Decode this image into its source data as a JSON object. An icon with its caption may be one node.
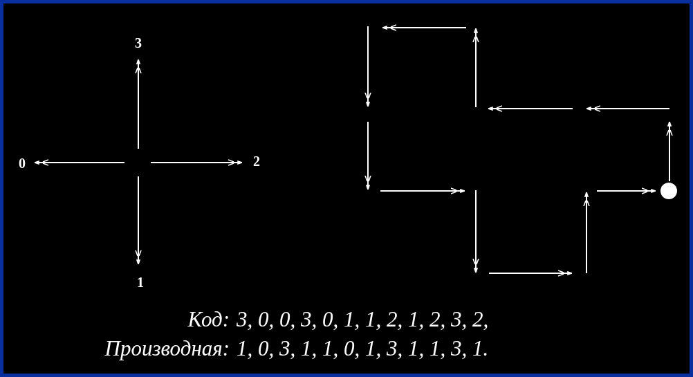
{
  "diagram": {
    "labels": [
      "3",
      "0",
      "2",
      "1",
      "Код:",
      "3, 0, 0, 3, 0, 1, 1, 2, 1, 2, 3, 2,",
      "Производная:",
      "1, 0, 3, 1, 1, 0, 1, 3, 1, 1, 3, 1."
    ]
  }
}
